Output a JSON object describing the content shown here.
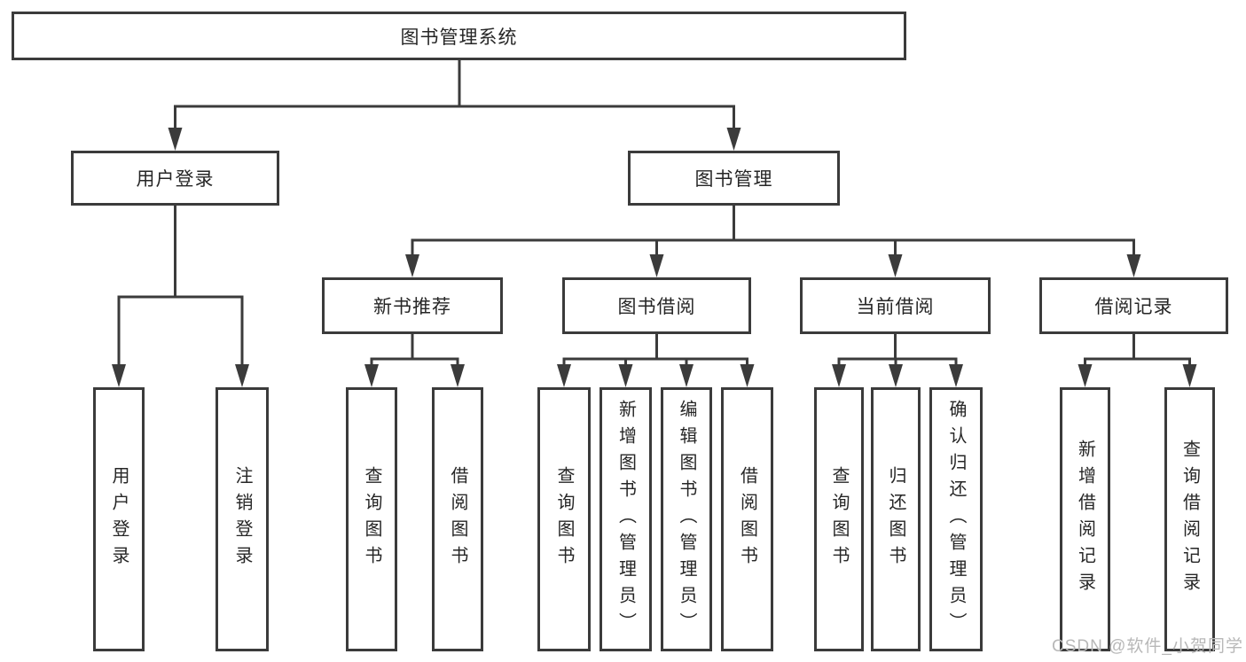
{
  "diagram": {
    "root": "图书管理系统",
    "level2": [
      "用户登录",
      "图书管理"
    ],
    "level3": [
      "新书推荐",
      "图书借阅",
      "当前借阅",
      "借阅记录"
    ],
    "leaves": {
      "user_login": [
        "用户登录",
        "注销登录"
      ],
      "new_books": [
        "查询图书",
        "借阅图书"
      ],
      "book_borrow": [
        "查询图书",
        "新增图书（管理员）",
        "编辑图书（管理员）",
        "借阅图书"
      ],
      "current_borrow": [
        "查询图书",
        "归还图书",
        "确认归还（管理员）"
      ],
      "borrow_records": [
        "新增借阅记录",
        "查询借阅记录"
      ]
    },
    "colors": {
      "line": "#3b3b3b",
      "text": "#262626",
      "background": "#ffffff",
      "watermark": "#b8b8b8"
    }
  },
  "watermark": "CSDN @软件_小贺同学"
}
